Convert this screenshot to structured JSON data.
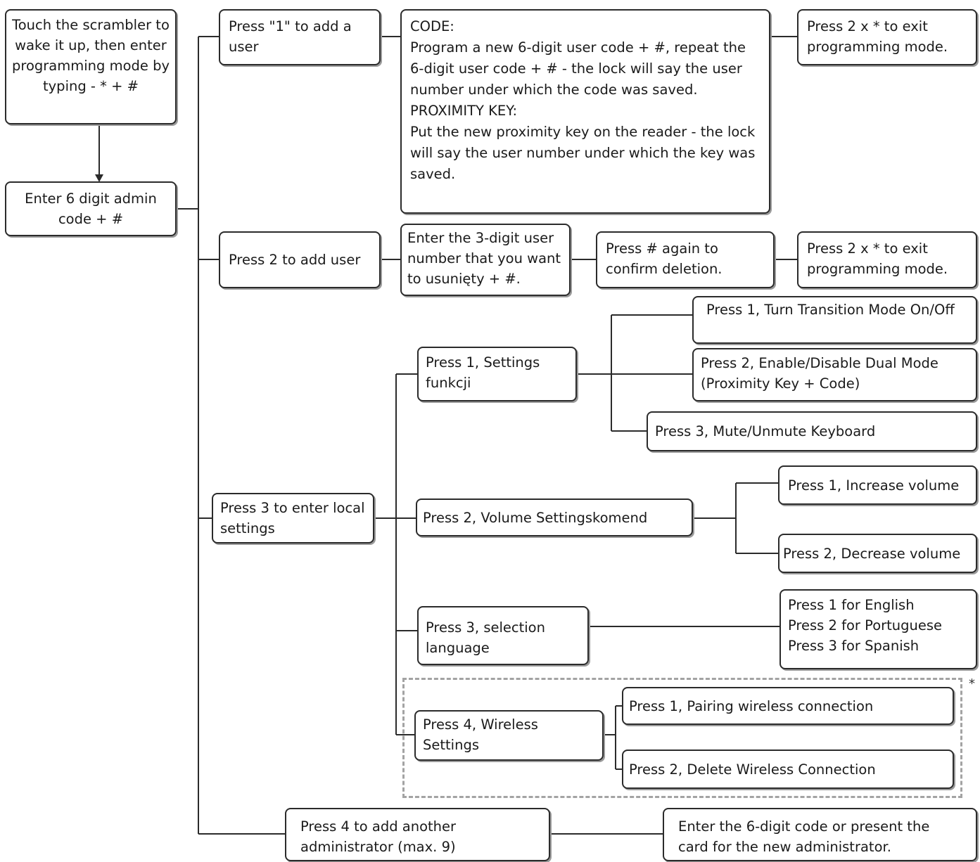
{
  "nodes": {
    "start": "Touch the scrambler to wake it up, then enter programming mode by typing - * + #",
    "admin_code": "Enter 6 digit admin code + #",
    "add_user_1": "Press \"1\" to add a user",
    "code_info": "CODE:\nProgram a new 6-digit user code + #, repeat the 6-digit user code + # - the lock will say the user number under which the code was saved.\nPROXIMITY KEY:\nPut the new proximity key on the reader - the lock will say the user number under which the key was saved.",
    "exit_1": "Press 2 x * to exit programming mode.",
    "add_user_2": "Press 2 to add user",
    "enter_3digit": "Enter the 3-digit user number that you want to usunięty + #.",
    "confirm_delete": "Press # again to confirm deletion.",
    "exit_2": "Press 2 x * to exit programming mode.",
    "local_settings": "Press 3 to enter local settings",
    "settings_funkcji": "Press 1, Settings funkcji",
    "transition_mode": "Press 1, Turn Transition Mode On/Off",
    "dual_mode": "Press 2, Enable/Disable Dual Mode (Proximity Key + Code)",
    "mute_keyboard": "Press 3, Mute/Unmute Keyboard",
    "volume_settings": "Press 2, Volume Settingskomend",
    "increase_volume": "Press 1, Increase volume",
    "decrease_volume": "Press 2, Decrease volume",
    "selection_language": "Press 3, selection language",
    "languages": "Press 1 for English\nPress 2 for Portuguese\nPress 3 for Spanish",
    "wireless_settings": "Press 4, Wireless Settings",
    "pairing_wireless": "Press 1, Pairing wireless connection",
    "delete_wireless": "Press 2, Delete Wireless Connection",
    "add_admin": "Press 4 to add another administrator (max. 9)",
    "new_admin_code": "Enter the 6-digit code or present the card for the new administrator."
  },
  "footnote_mark": "*",
  "colors": {
    "border": "#2b2b2b",
    "shadow": "#9a9a9a",
    "dashed": "#a3a3a3",
    "line": "#2b2b2b"
  }
}
